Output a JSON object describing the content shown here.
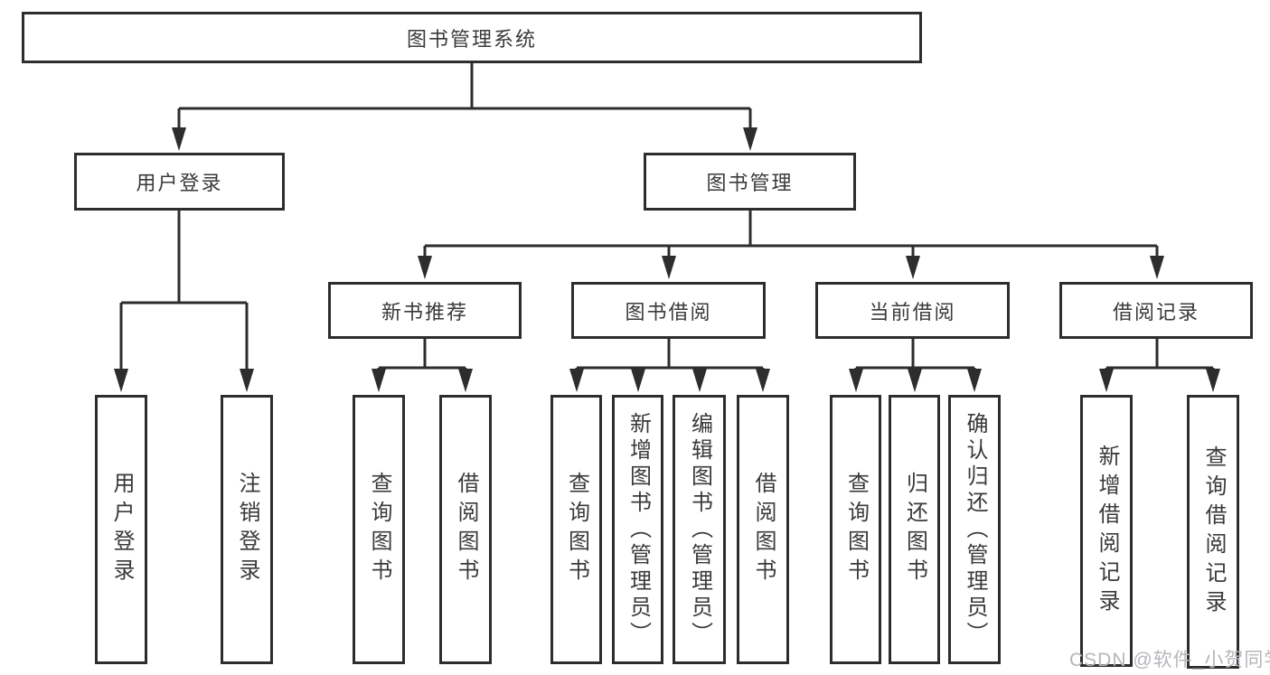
{
  "diagram_title": "图书管理系统",
  "nodes": {
    "root": "图书管理系统",
    "login": "用户登录",
    "book_mgmt": "图书管理",
    "login_user": "用户登录",
    "login_logout": "注销登录",
    "rec": "新书推荐",
    "rec_query": "查询图书",
    "rec_borrow": "借阅图书",
    "borrow": "图书借阅",
    "borrow_query": "查询图书",
    "borrow_add": "新增图书（管理员）",
    "borrow_edit": "编辑图书（管理员）",
    "borrow_borrow": "借阅图书",
    "current": "当前借阅",
    "current_query": "查询图书",
    "current_return": "归还图书",
    "current_confirm": "确认归还（管理员）",
    "records": "借阅记录",
    "records_add": "新增借阅记录",
    "records_query": "查询借阅记录"
  },
  "watermark": {
    "text": "CSDN @软件_小贺同学"
  },
  "colors": {
    "background": "#ffffff",
    "line": "#2d2d2d",
    "box_border": "#2d2d2d",
    "text": "#3a3a3a",
    "watermark": "#b4b7bb"
  }
}
